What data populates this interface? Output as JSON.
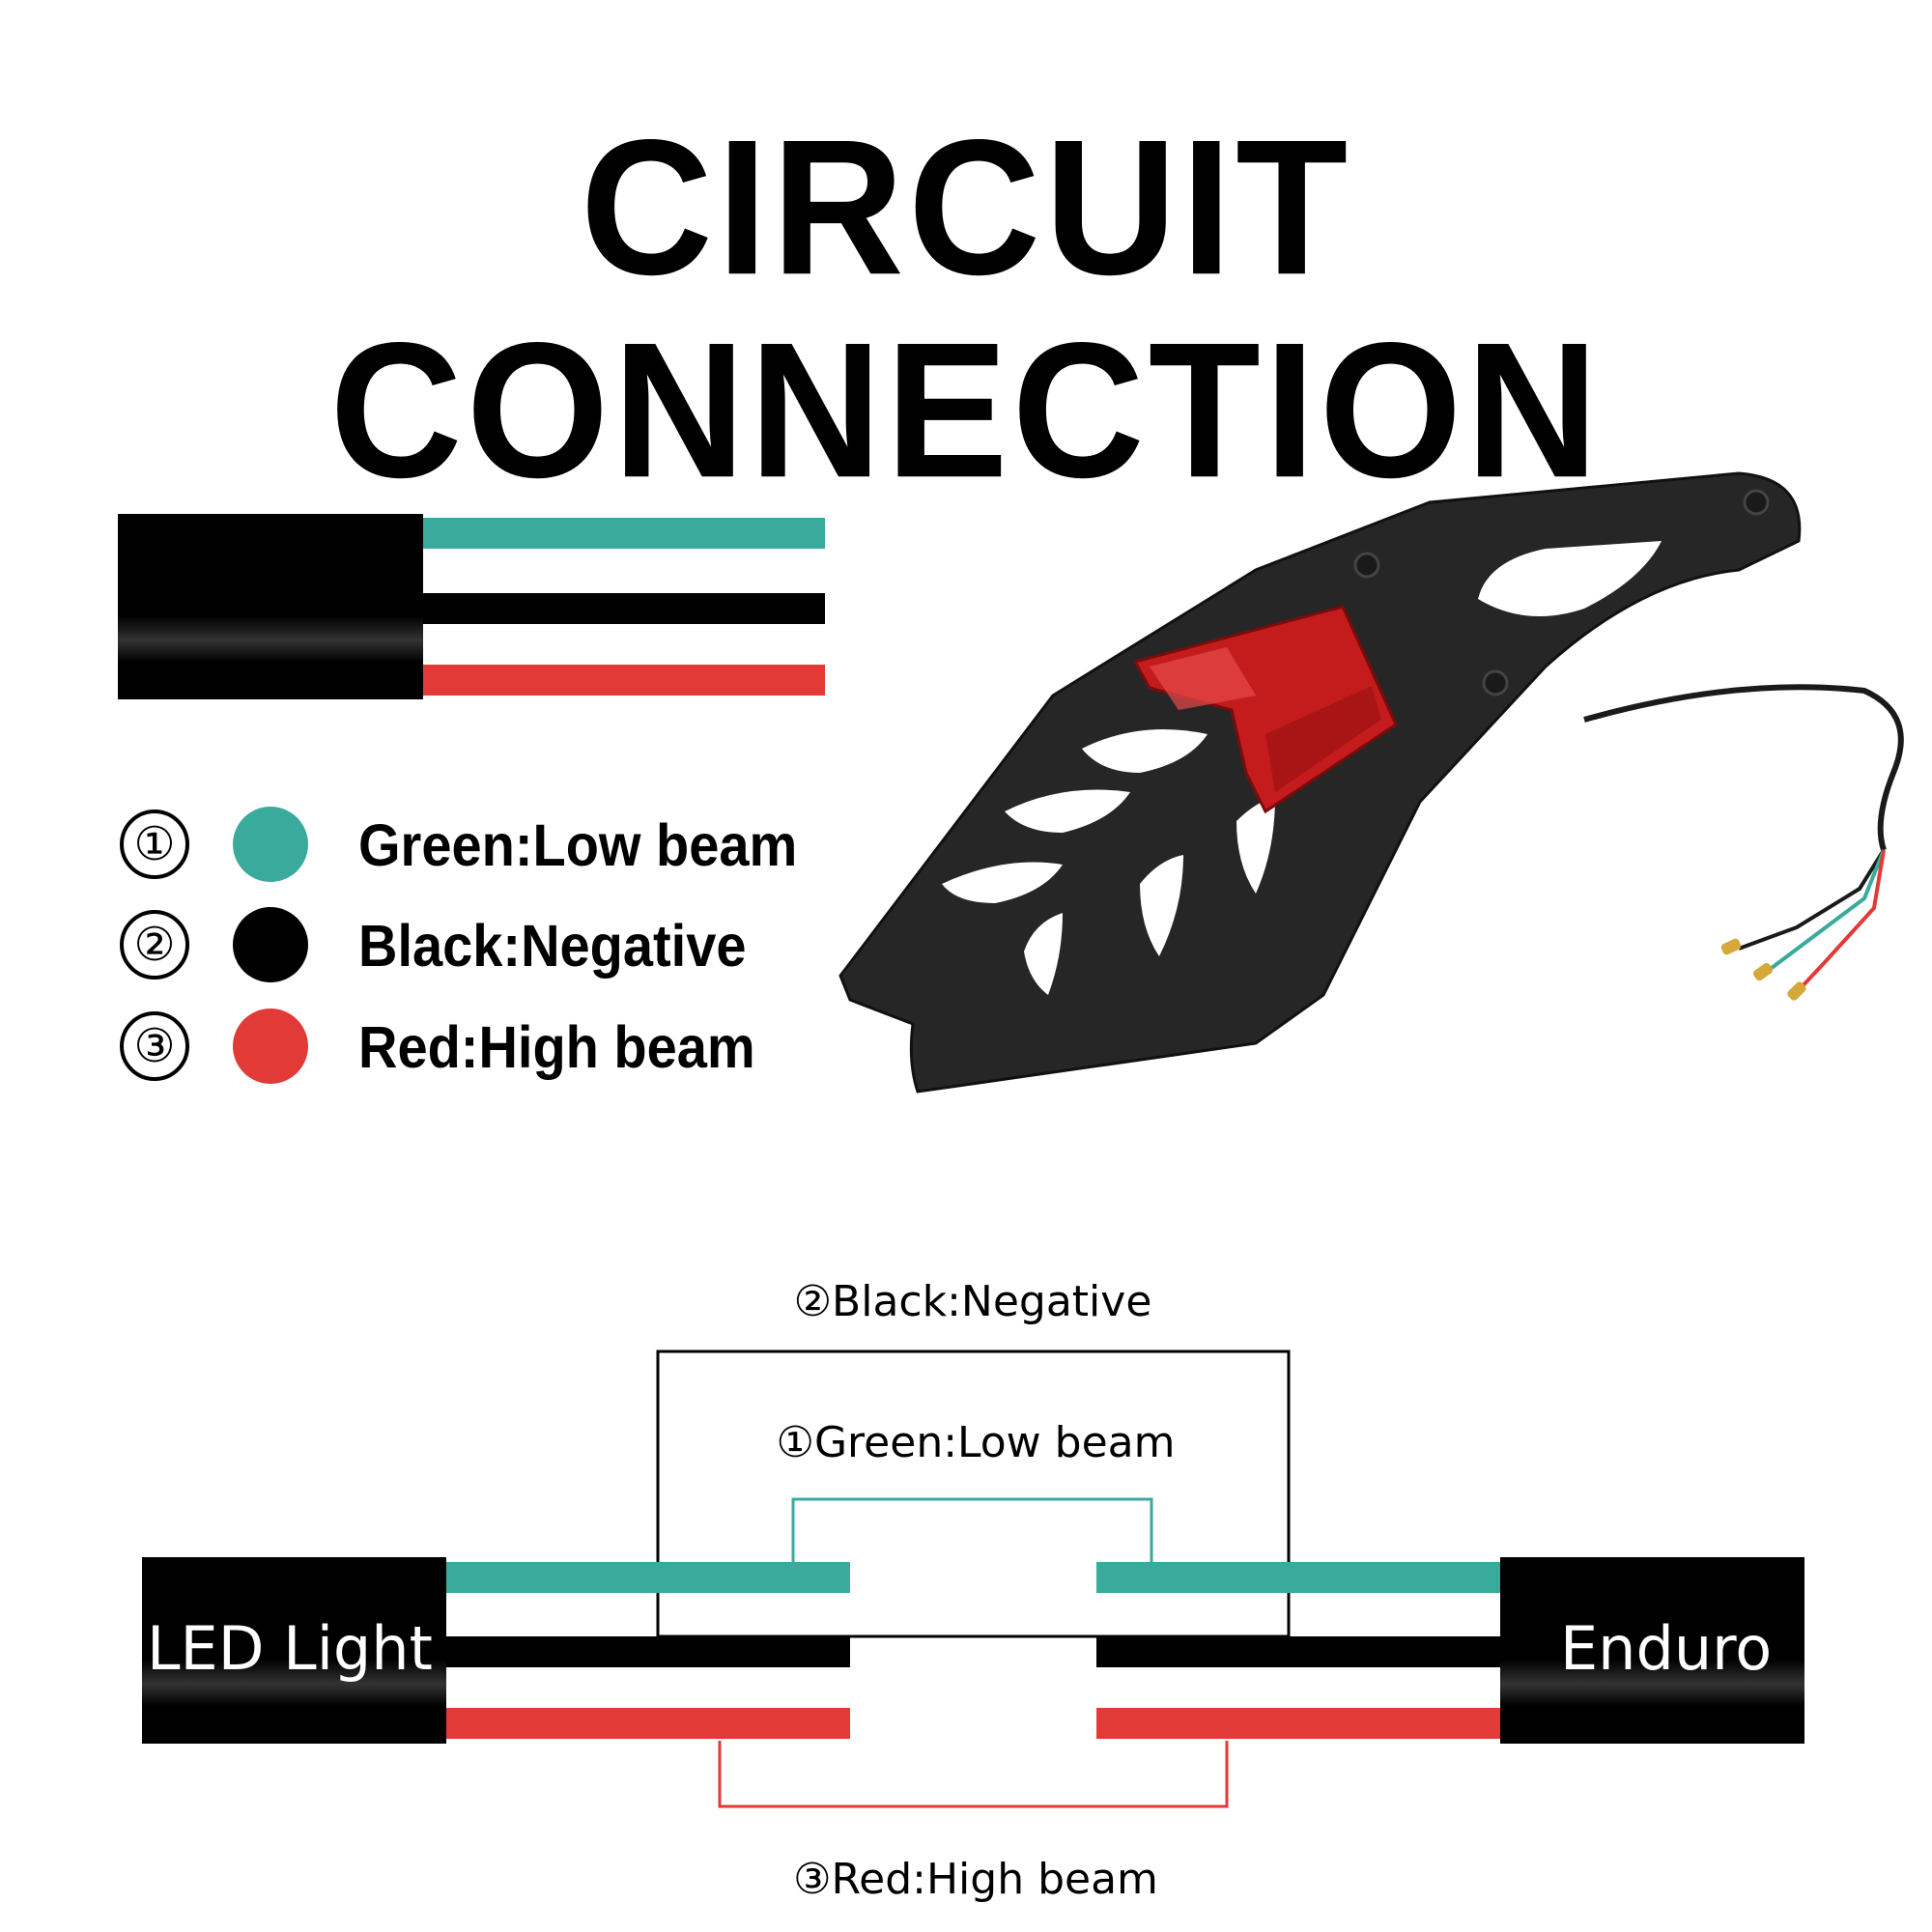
{
  "title": "CIRCUIT CONNECTION",
  "colors": {
    "green": "#3aaa9c",
    "black": "#000000",
    "red": "#e23a36",
    "product_body": "#2a2a2a",
    "lens": "#c41c1c"
  },
  "legend": [
    {
      "num": "①",
      "color": "#3aaa9c",
      "text": "Green:Low beam"
    },
    {
      "num": "②",
      "color": "#000000",
      "text": "Black:Negative"
    },
    {
      "num": "③",
      "color": "#e23a36",
      "text": "Red:High beam"
    }
  ],
  "diagram": {
    "left_block": "LED Light",
    "right_block": "Enduro",
    "black_label": "②Black:Negative",
    "green_label": "①Green:Low beam",
    "red_label": "③Red:High beam"
  }
}
